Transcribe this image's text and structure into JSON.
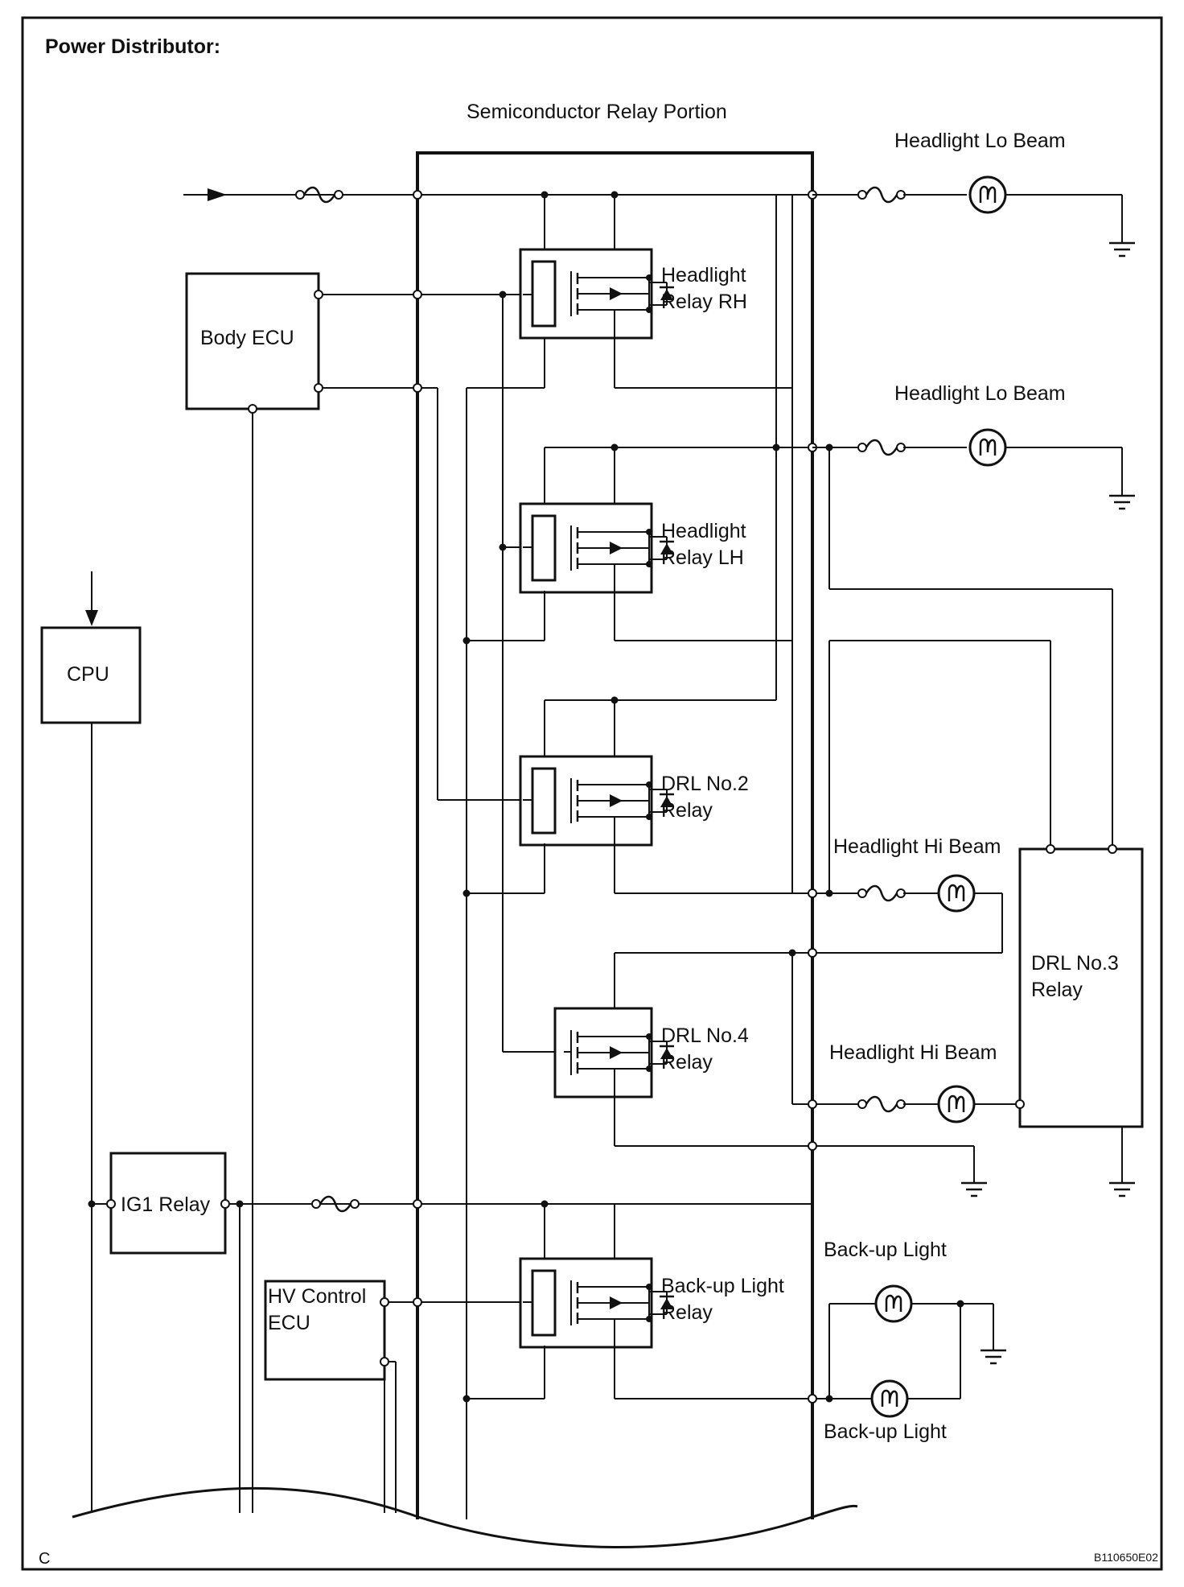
{
  "header": {
    "title": "Power Distributor:"
  },
  "section": {
    "title": "Semiconductor Relay Portion"
  },
  "blocks": {
    "body_ecu": "Body ECU",
    "cpu": "CPU",
    "ig1_relay": "IG1 Relay",
    "hv_control_ecu_line1": "HV Control",
    "hv_control_ecu_line2": "ECU",
    "drl3_line1": "DRL No.3",
    "drl3_line2": "Relay"
  },
  "relays": [
    {
      "line1": "Headlight",
      "line2": "Relay RH"
    },
    {
      "line1": "Headlight",
      "line2": "Relay LH"
    },
    {
      "line1": "DRL No.2",
      "line2": "Relay"
    },
    {
      "line1": "DRL No.4",
      "line2": "Relay"
    },
    {
      "line1": "Back-up Light",
      "line2": "Relay"
    }
  ],
  "loads": {
    "lo_beam_1": "Headlight Lo Beam",
    "lo_beam_2": "Headlight Lo Beam",
    "hi_beam_1": "Headlight Hi Beam",
    "hi_beam_2": "Headlight Hi Beam",
    "backup_1": "Back-up Light",
    "backup_2": "Back-up Light"
  },
  "footer": {
    "corner_left": "C",
    "figure_code": "B110650E02"
  }
}
